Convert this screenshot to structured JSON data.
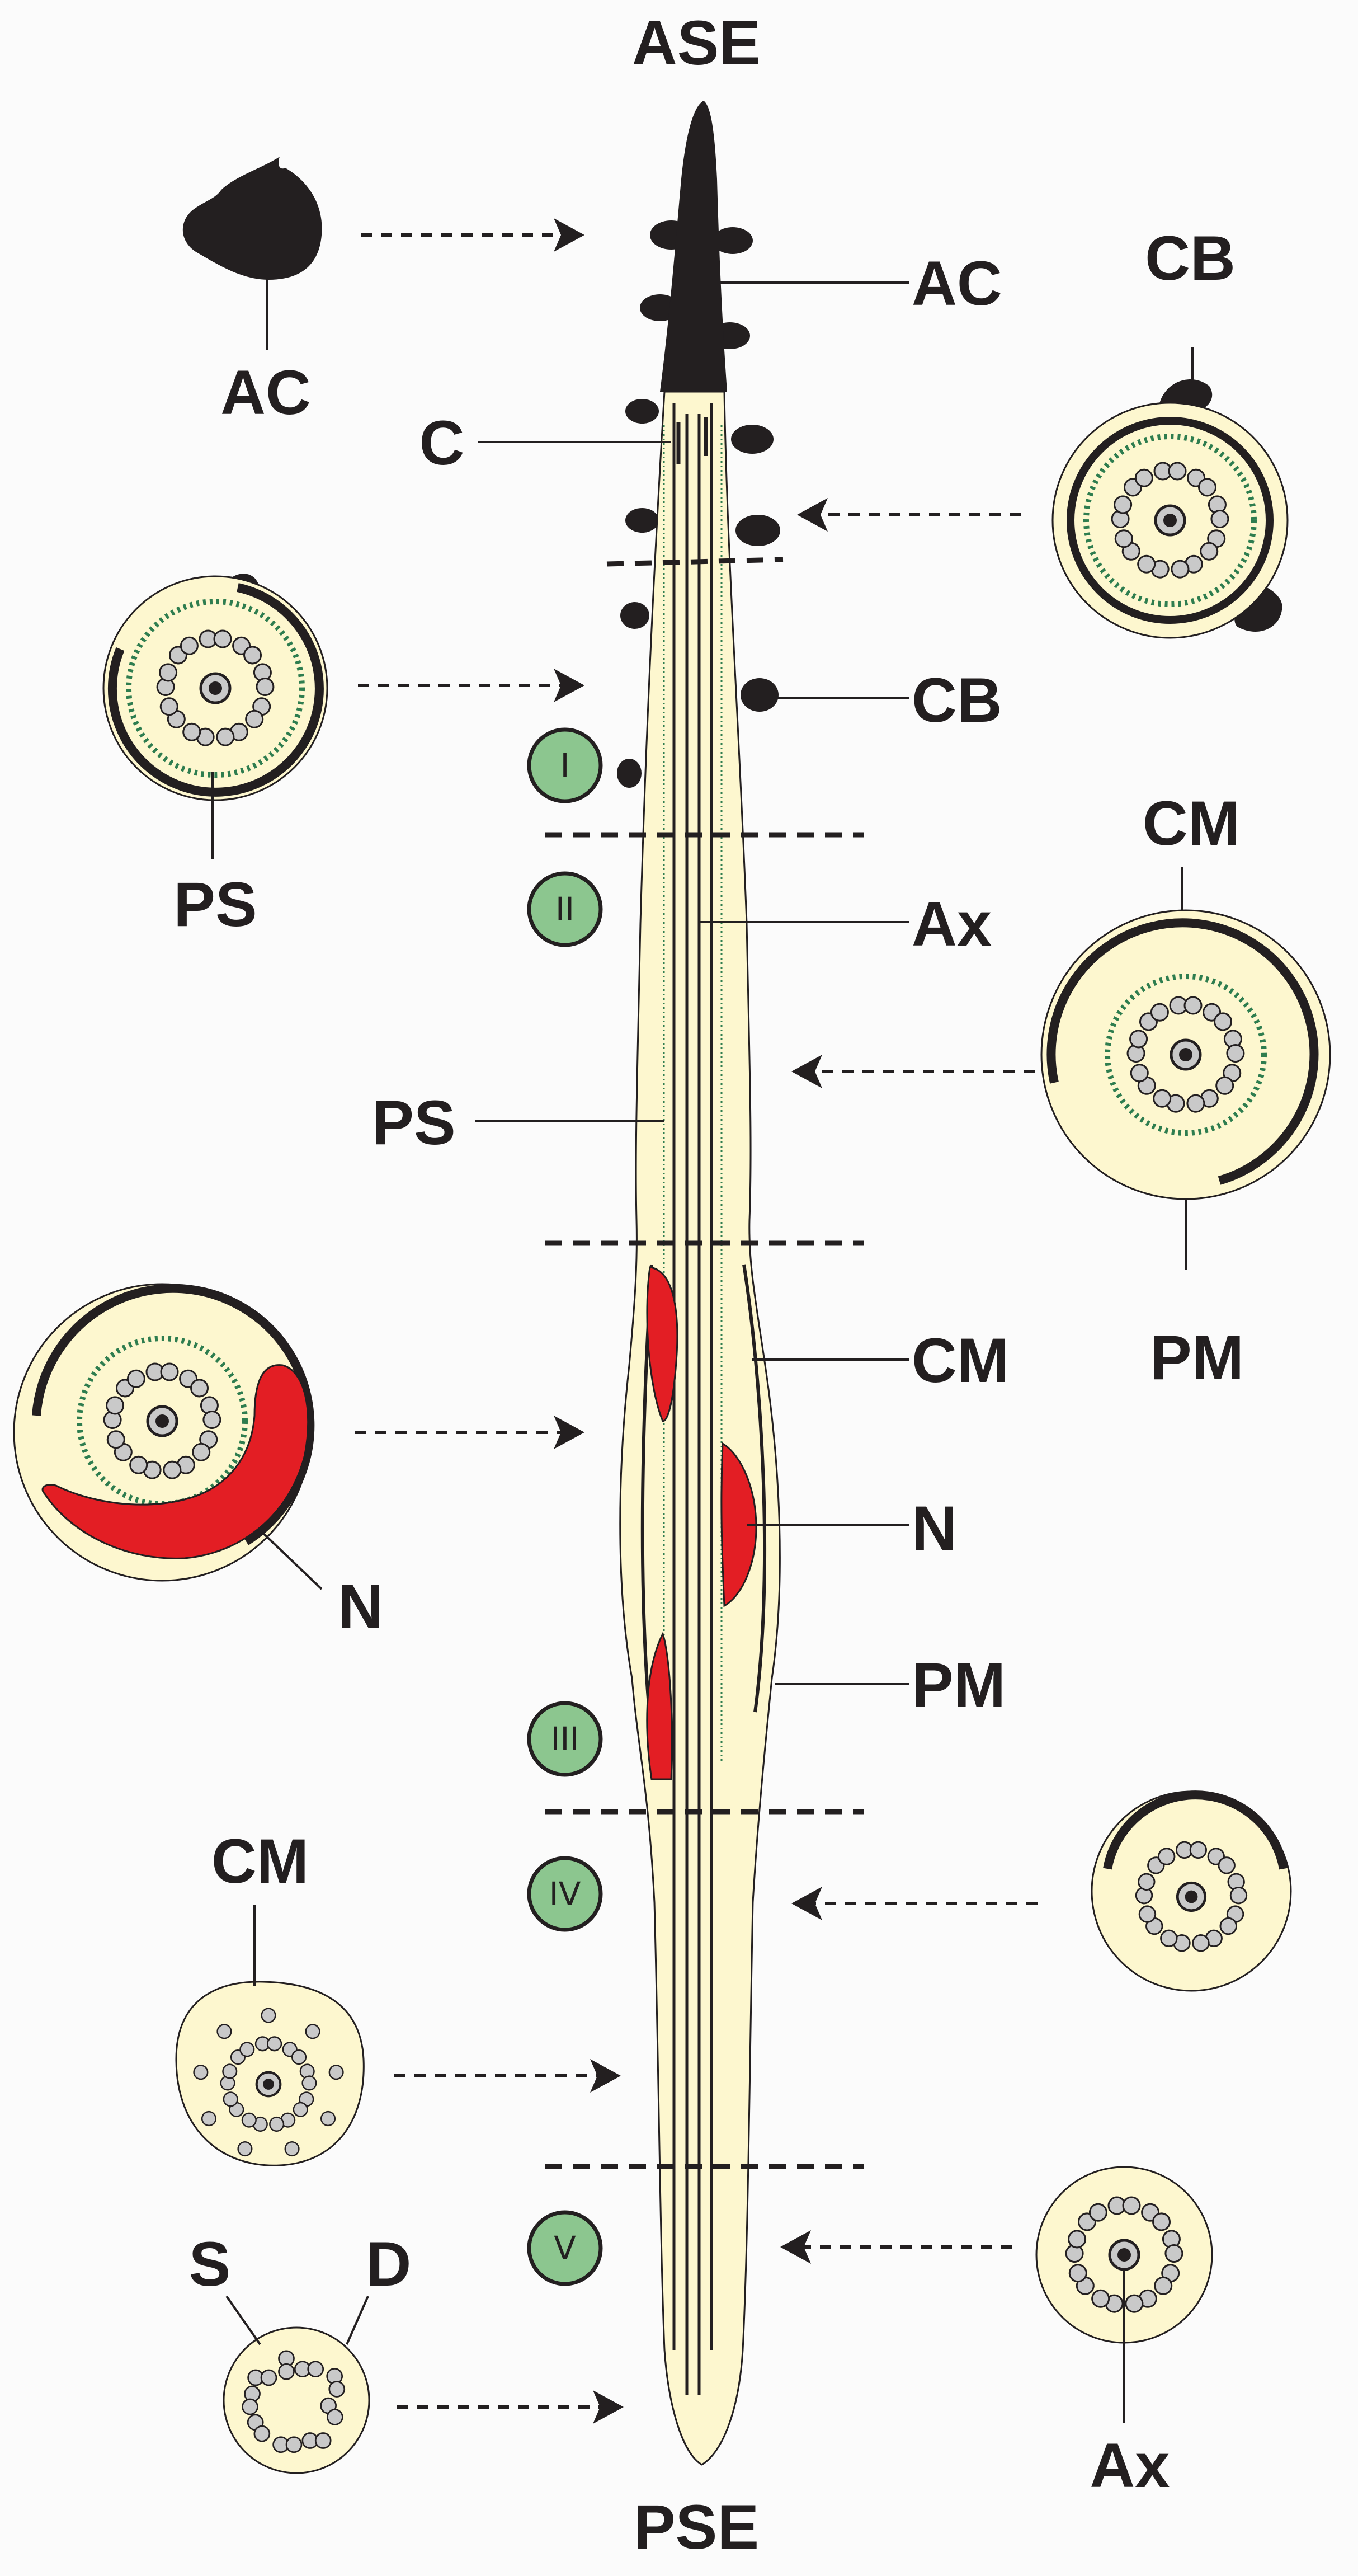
{
  "labels": {
    "ase": "ASE",
    "pse": "PSE",
    "ac_right": "AC",
    "ac_left": "AC",
    "c": "C",
    "cb_top_right": "CB",
    "cb_right": "CB",
    "ps_left_top": "PS",
    "ps_mid": "PS",
    "ax_right": "Ax",
    "ax_bottom": "Ax",
    "cm_top_right": "CM",
    "pm_right": "PM",
    "cm_right": "CM",
    "n_right": "N",
    "n_left": "N",
    "pm_lower": "PM",
    "cm_left": "CM",
    "s": "S",
    "d": "D"
  },
  "zones": [
    "I",
    "II",
    "III",
    "IV",
    "V"
  ],
  "colors": {
    "cytoplasm": "#fdf7cf",
    "acrosome": "#231f20",
    "nucleus": "#e31e24",
    "periaxonemal_sheath": "#2e7d4f",
    "zone_marker": "#8cc68f",
    "microtubule": "#c9c9c9"
  }
}
